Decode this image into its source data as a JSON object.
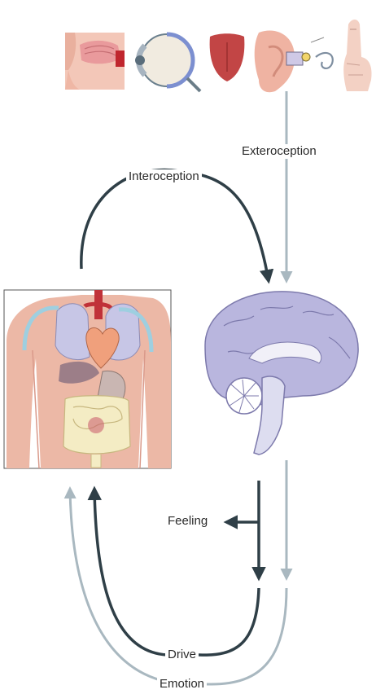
{
  "labels": {
    "exteroception": "Exteroception",
    "interoception": "Interoception",
    "feeling": "Feeling",
    "drive": "Drive",
    "emotion": "Emotion"
  },
  "colors": {
    "dark_arrow": "#2f3f47",
    "light_arrow": "#a9b8c0",
    "brain": "#b9b6de",
    "skin": "#ecb8a6",
    "organs_lung": "#c7c6e6",
    "heart": "#f0a07c",
    "intestine": "#f4ecc4"
  },
  "icons": [
    "nose-icon",
    "eye-icon",
    "tongue-icon",
    "ear-icon",
    "finger-icon",
    "body-organs-illustration",
    "brain-illustration"
  ]
}
